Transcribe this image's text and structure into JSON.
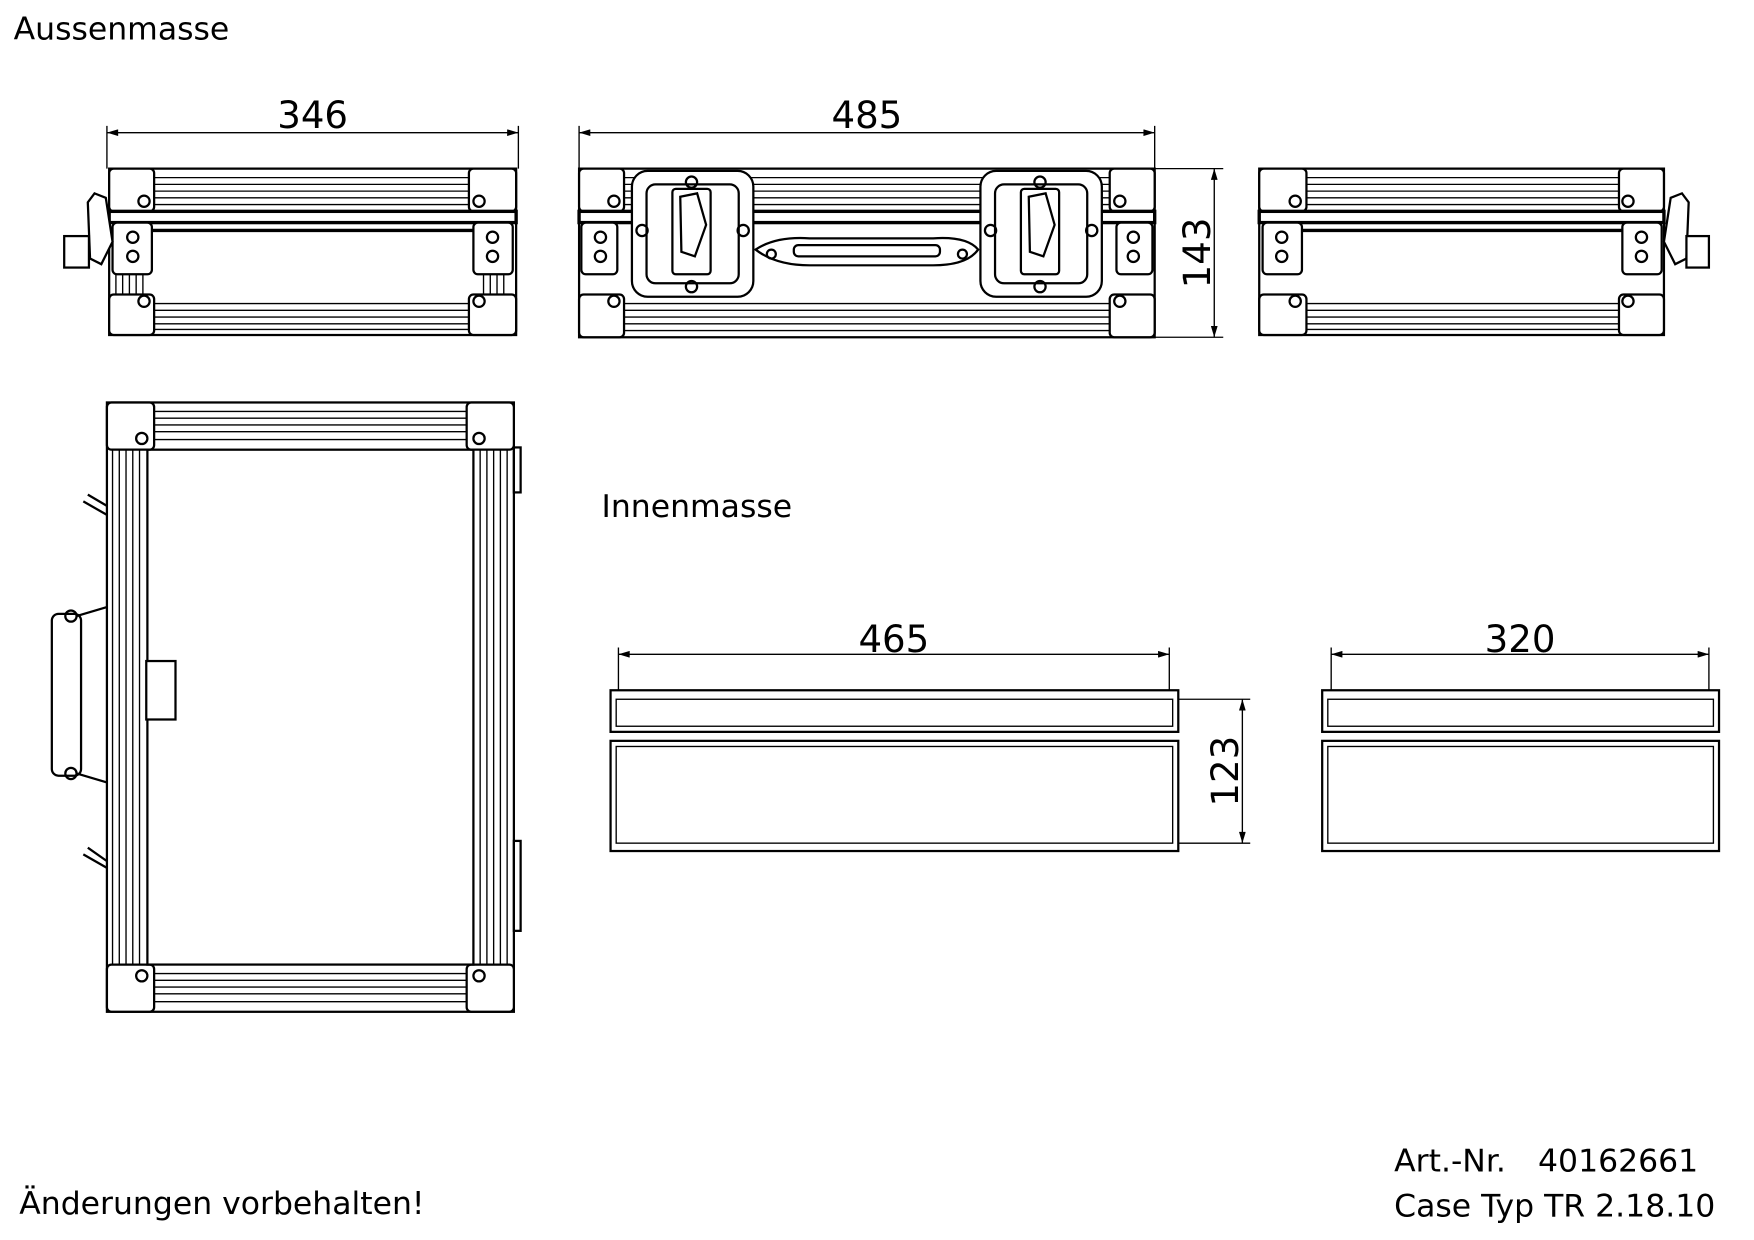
{
  "headings": {
    "outer": "Aussenmasse",
    "inner": "Innenmasse"
  },
  "outer_dimensions": {
    "depth": "346",
    "width": "485",
    "height": "143"
  },
  "inner_dimensions": {
    "width": "465",
    "depth": "320",
    "height": "123"
  },
  "footer": {
    "disclaimer": "Änderungen vorbehalten!",
    "article_label": "Art.-Nr.",
    "article_number": "40162661",
    "case_type": "Case Typ TR 2.18.10"
  }
}
